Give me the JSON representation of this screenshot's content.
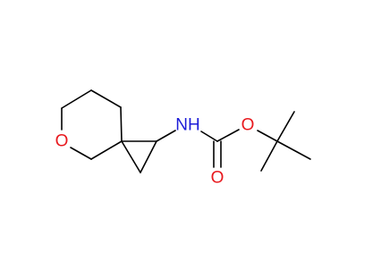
{
  "colors": {
    "bond": "#000000",
    "oxygen": "#e8191e",
    "nitrogen": "#1c1cd8",
    "background": "#ffffff"
  },
  "atoms": {
    "ring_oxygen": "O",
    "amine_nitrogen": "NH",
    "ester_oxygen": "O",
    "carbonyl_oxygen": "O"
  }
}
